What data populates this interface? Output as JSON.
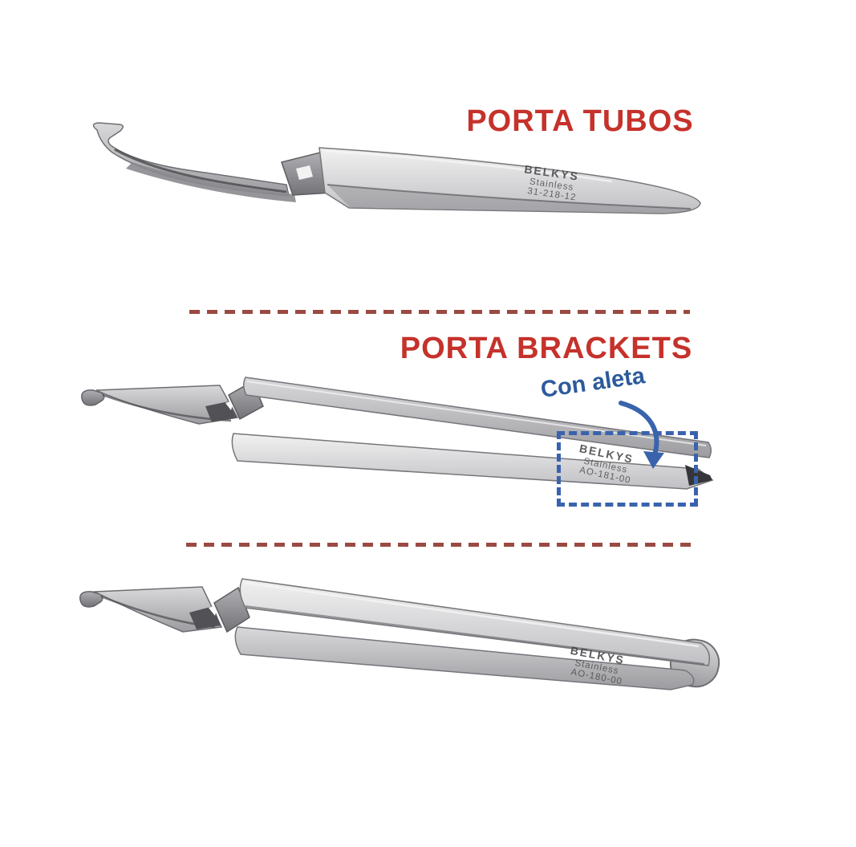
{
  "colors": {
    "background": "#ffffff",
    "title_red": "#c5322b",
    "divider_red": "#9a4a42",
    "annotation_blue": "#2d5a9b",
    "highlight_blue": "#3a63ad",
    "steel_light": "#f1f1f1",
    "steel_dark": "#737377"
  },
  "sections": [
    {
      "title": "PORTA TUBOS",
      "engraving": {
        "brand": "BELKYS",
        "material": "Stainless",
        "model": "31-218-12"
      }
    },
    {
      "title": "PORTA BRACKETS",
      "annotation": "Con aleta",
      "engraving": {
        "brand": "BELKYS",
        "material": "Stainless",
        "model": "AO-181-00"
      }
    },
    {
      "engraving": {
        "brand": "BELKYS",
        "material": "Stainless",
        "model": "AO-180-00"
      }
    }
  ]
}
